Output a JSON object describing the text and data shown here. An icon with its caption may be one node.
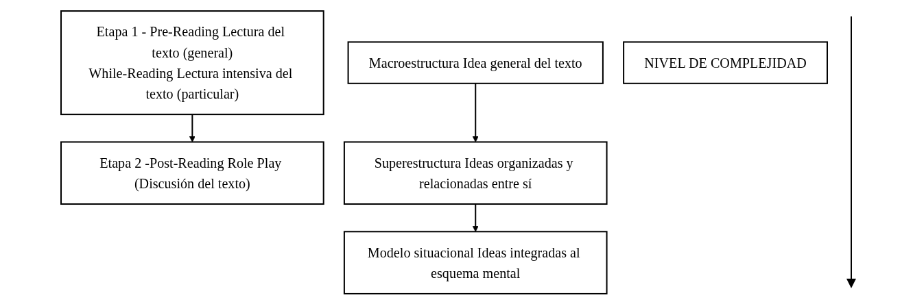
{
  "diagram": {
    "nodes": [
      {
        "text": [
          "Etapa 1 - Pre-Reading Lectura del texto (general)",
          "While-Reading Lectura intensiva del texto (particular)"
        ]
      },
      {
        "text": [
          "Etapa 2 -Post-Reading Role Play (Discusión del texto)"
        ]
      },
      {
        "text": [
          "Macroestructura Idea general del texto"
        ]
      },
      {
        "text": [
          "Superestructura Ideas organizadas y relacionadas entre sí"
        ]
      },
      {
        "text": [
          "Modelo situacional Ideas integradas al esquema mental"
        ]
      },
      {
        "text": [
          "NIVEL DE COMPLEJIDAD"
        ]
      }
    ],
    "edges": [
      {
        "from": 0,
        "to": 1,
        "arrow": "to"
      },
      {
        "from": 2,
        "to": 3,
        "arrow": "to"
      },
      {
        "from": 3,
        "to": 4,
        "arrow": "to"
      }
    ]
  }
}
